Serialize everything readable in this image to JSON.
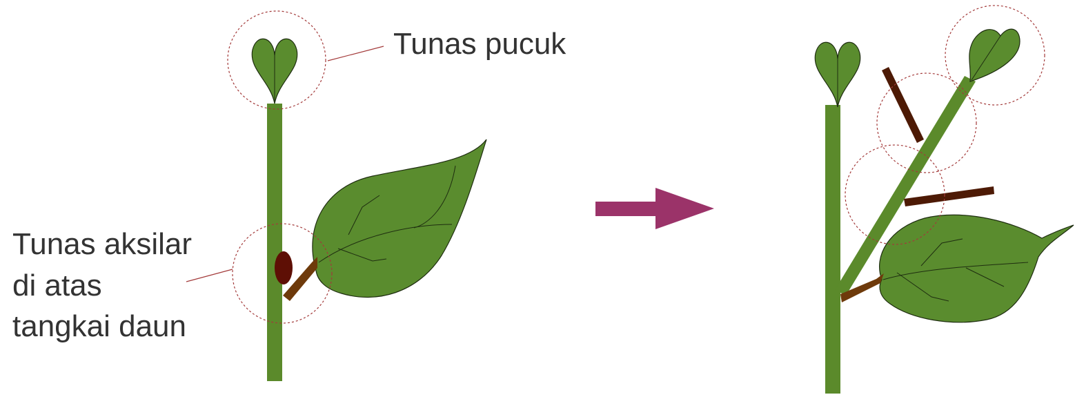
{
  "labels": {
    "terminal_bud": "Tunas pucuk",
    "axillary_bud": [
      "Tunas aksilar",
      "di atas",
      "tangkai daun"
    ]
  },
  "colors": {
    "stem": "#5b8a2b",
    "leaf": "#5a8c2e",
    "leaf_outline": "#1e2d10",
    "petiole": "#6e3a0b",
    "bud": "#5e0f05",
    "prune_mark": "#4d1a05",
    "guide_circle": "#a33a3a",
    "arrow": "#9b3369",
    "text": "#333333"
  },
  "icons": {
    "arrow": "right-arrow-icon"
  }
}
